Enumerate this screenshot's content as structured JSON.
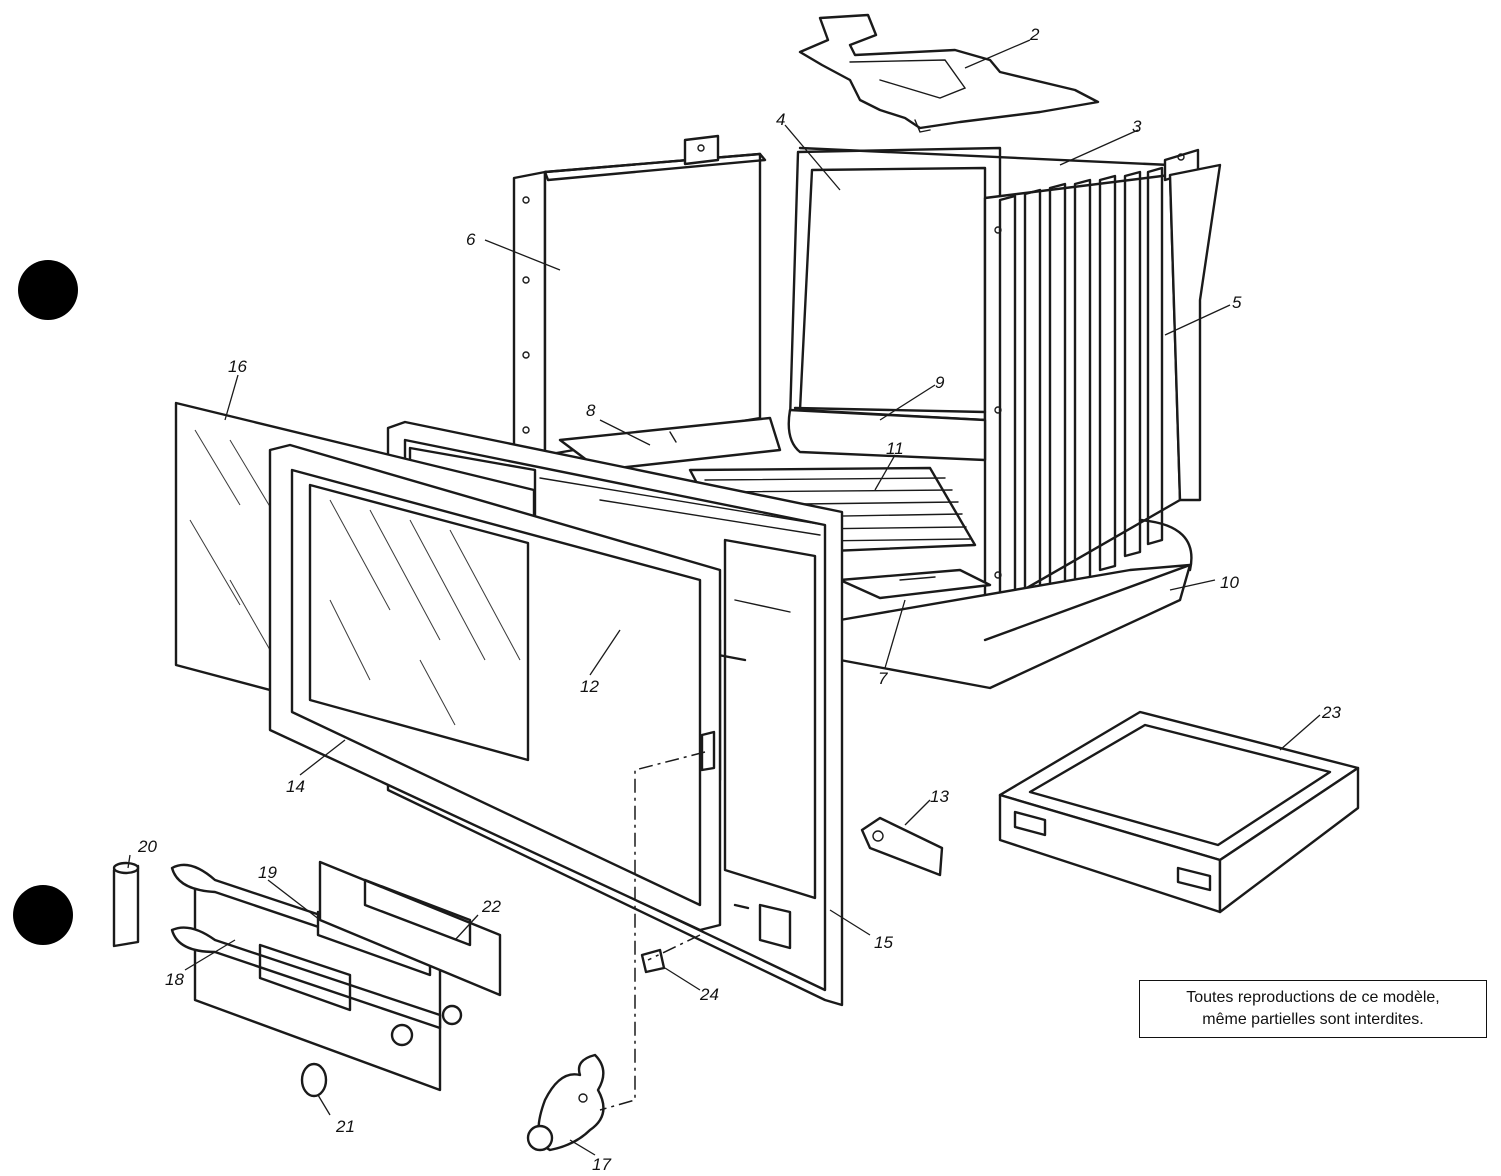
{
  "parts": [
    {
      "id": "2",
      "label": "2"
    },
    {
      "id": "3",
      "label": "3"
    },
    {
      "id": "4",
      "label": "4"
    },
    {
      "id": "5",
      "label": "5"
    },
    {
      "id": "6",
      "label": "6"
    },
    {
      "id": "7",
      "label": "7"
    },
    {
      "id": "8",
      "label": "8"
    },
    {
      "id": "9",
      "label": "9"
    },
    {
      "id": "10",
      "label": "10"
    },
    {
      "id": "11",
      "label": "11"
    },
    {
      "id": "12",
      "label": "12"
    },
    {
      "id": "13",
      "label": "13"
    },
    {
      "id": "14",
      "label": "14"
    },
    {
      "id": "15",
      "label": "15"
    },
    {
      "id": "16",
      "label": "16"
    },
    {
      "id": "17",
      "label": "17"
    },
    {
      "id": "18",
      "label": "18"
    },
    {
      "id": "19",
      "label": "19"
    },
    {
      "id": "20",
      "label": "20"
    },
    {
      "id": "21",
      "label": "21"
    },
    {
      "id": "22",
      "label": "22"
    },
    {
      "id": "23",
      "label": "23"
    },
    {
      "id": "24",
      "label": "24"
    }
  ],
  "notice": {
    "line1": "Toutes reproductions de ce modèle,",
    "line2": "même partielles sont interdites."
  },
  "colors": {
    "ink": "#1a1a1a",
    "paper": "#ffffff"
  }
}
